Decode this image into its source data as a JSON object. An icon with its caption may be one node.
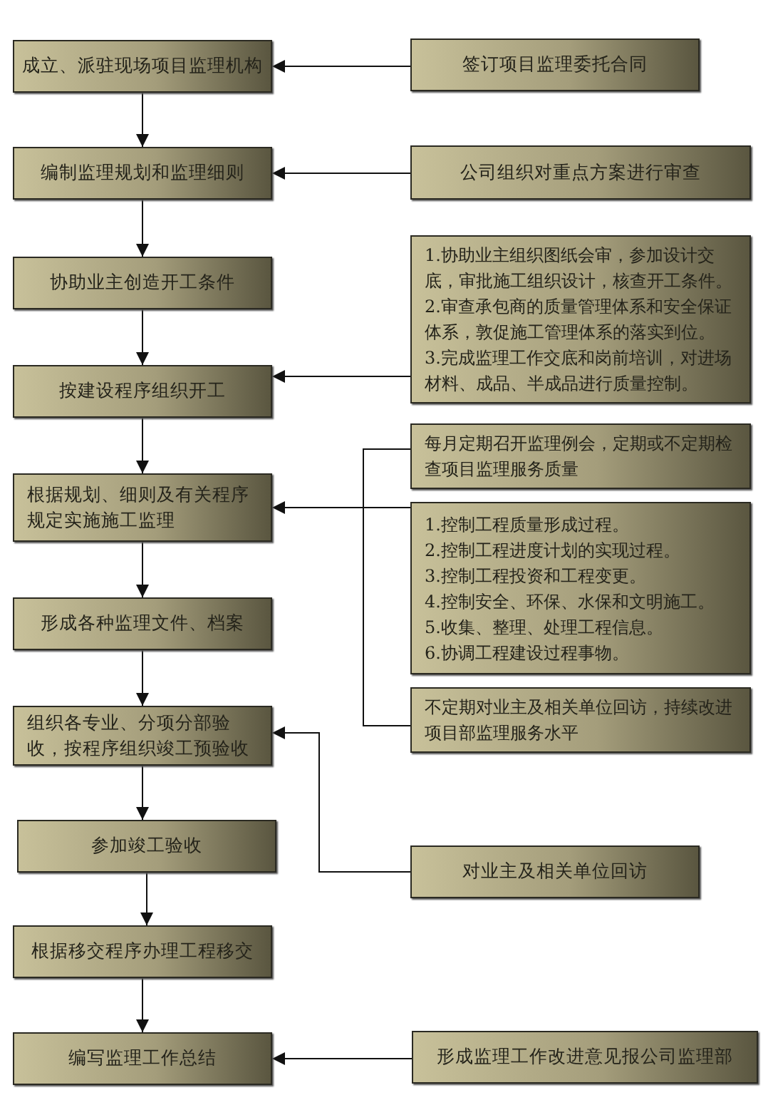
{
  "diagram": {
    "nodes": [
      {
        "text": [
          "成立、派驻现场项目监理机构"
        ]
      },
      {
        "text": [
          "编制监理规划和监理细则"
        ]
      },
      {
        "text": [
          "协助业主创造开工条件"
        ]
      },
      {
        "text": [
          "按建设程序组织开工"
        ]
      },
      {
        "text": [
          "根据规划、细则及有关程序规定实施施工监理"
        ]
      },
      {
        "text": [
          "形成各种监理文件、档案"
        ]
      },
      {
        "text": [
          "组织各专业、分项分部验收，按程序组织竣工预验收"
        ]
      },
      {
        "text": [
          "参加竣工验收"
        ]
      },
      {
        "text": [
          "根据移交程序办理工程移交"
        ]
      },
      {
        "text": [
          "编写监理工作总结"
        ]
      },
      {
        "text": [
          "签订项目监理委托合同"
        ]
      },
      {
        "text": [
          "公司组织对重点方案进行审查"
        ]
      },
      {
        "text": [
          "1.协助业主组织图纸会审，参加设计交底，审批施工组织设计，核查开工条件。",
          "2.审查承包商的质量管理体系和安全保证体系，敦促施工管理体系的落实到位。",
          "3.完成监理工作交底和岗前培训，对进场材料、成品、半成品进行质量控制。"
        ]
      },
      {
        "text": [
          "每月定期召开监理例会，定期或不定期检查项目监理服务质量"
        ]
      },
      {
        "text": [
          "1.控制工程质量形成过程。",
          "2.控制工程进度计划的实现过程。",
          "3.控制工程投资和工程变更。",
          "4.控制安全、环保、水保和文明施工。",
          "5.收集、整理、处理工程信息。",
          "6.协调工程建设过程事物。"
        ]
      },
      {
        "text": [
          "不定期对业主及相关单位回访，持续改进项目部监理服务水平"
        ]
      },
      {
        "text": [
          "对业主及相关单位回访"
        ]
      },
      {
        "text": [
          "形成监理工作改进意见报公司监理部"
        ]
      }
    ],
    "edges": [
      {
        "from": 0,
        "to": 1,
        "arrow": "to"
      },
      {
        "from": 1,
        "to": 2,
        "arrow": "to"
      },
      {
        "from": 2,
        "to": 3,
        "arrow": "to"
      },
      {
        "from": 3,
        "to": 4,
        "arrow": "to"
      },
      {
        "from": 4,
        "to": 5,
        "arrow": "to"
      },
      {
        "from": 5,
        "to": 6,
        "arrow": "to"
      },
      {
        "from": 6,
        "to": 7,
        "arrow": "to"
      },
      {
        "from": 7,
        "to": 8,
        "arrow": "to"
      },
      {
        "from": 8,
        "to": 9,
        "arrow": "to"
      },
      {
        "from": 10,
        "to": 0,
        "arrow": "to"
      },
      {
        "from": 11,
        "to": 1,
        "arrow": "to"
      },
      {
        "from": 12,
        "to": 3,
        "arrow": "to"
      },
      {
        "from": 14,
        "to": 4,
        "arrow": "to"
      },
      {
        "from": 13,
        "to": 15,
        "arrow": "none"
      },
      {
        "from": 16,
        "to": 6,
        "arrow": "to"
      },
      {
        "from": 17,
        "to": 9,
        "arrow": "to"
      }
    ]
  }
}
